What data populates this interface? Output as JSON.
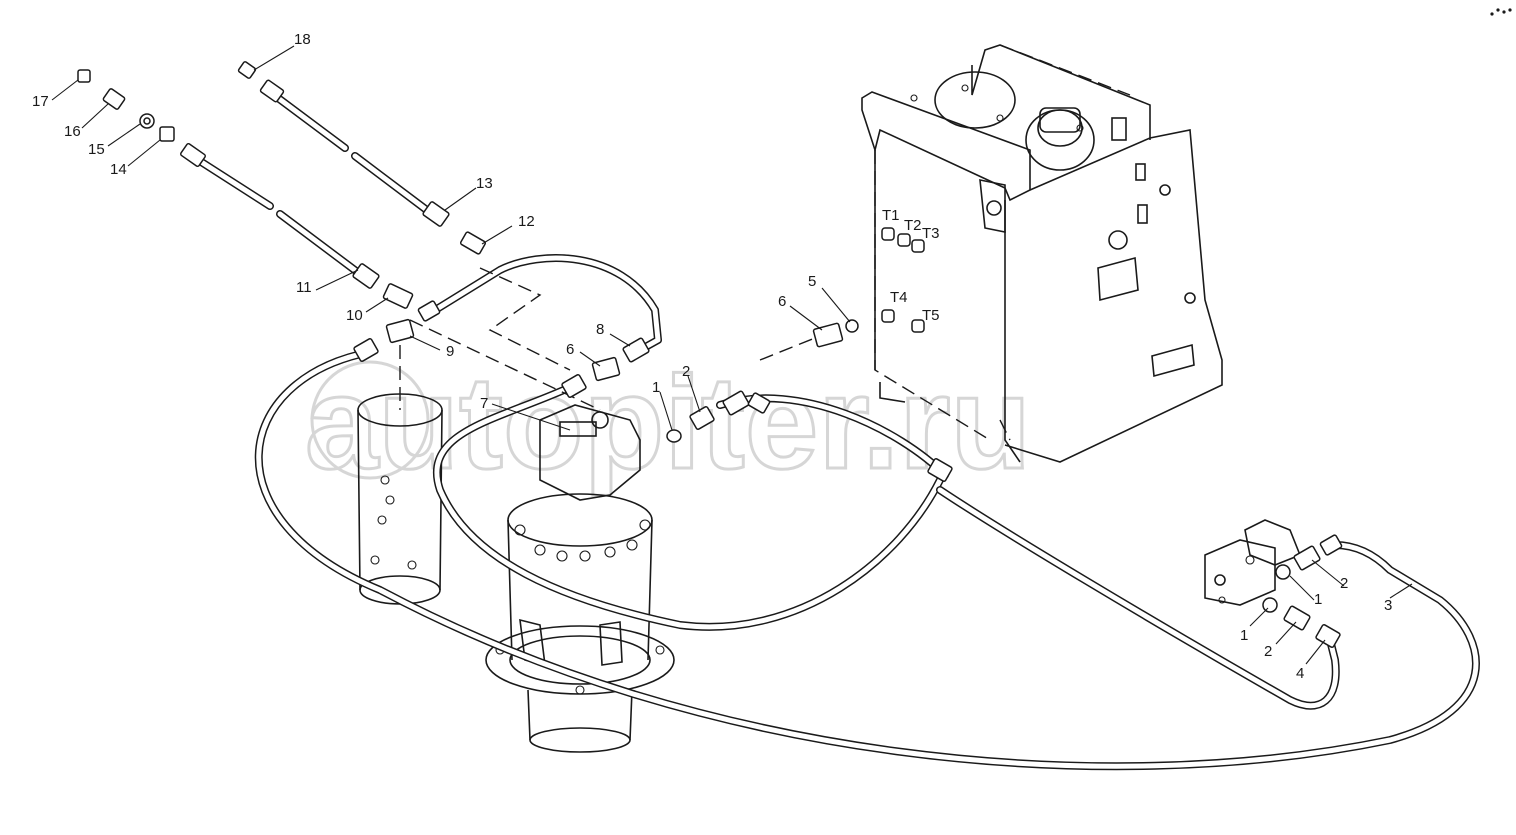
{
  "watermark": "autopiter.ru",
  "callouts": [
    {
      "id": "c18",
      "text": "18"
    },
    {
      "id": "c17",
      "text": "17"
    },
    {
      "id": "c16",
      "text": "16"
    },
    {
      "id": "c15",
      "text": "15"
    },
    {
      "id": "c14",
      "text": "14"
    },
    {
      "id": "c13",
      "text": "13"
    },
    {
      "id": "c12",
      "text": "12"
    },
    {
      "id": "c11",
      "text": "11"
    },
    {
      "id": "c10",
      "text": "10"
    },
    {
      "id": "c9",
      "text": "9"
    },
    {
      "id": "c8",
      "text": "8"
    },
    {
      "id": "c7",
      "text": "7"
    },
    {
      "id": "c6a",
      "text": "6"
    },
    {
      "id": "c6b",
      "text": "6"
    },
    {
      "id": "c5",
      "text": "5"
    },
    {
      "id": "c1a",
      "text": "1"
    },
    {
      "id": "c2a",
      "text": "2"
    },
    {
      "id": "cT1",
      "text": "T1"
    },
    {
      "id": "cT2",
      "text": "T2"
    },
    {
      "id": "cT3",
      "text": "T3"
    },
    {
      "id": "cT4",
      "text": "T4"
    },
    {
      "id": "cT5",
      "text": "T5"
    },
    {
      "id": "c2b",
      "text": "2"
    },
    {
      "id": "c1b",
      "text": "1"
    },
    {
      "id": "c3",
      "text": "3"
    },
    {
      "id": "c1c",
      "text": "1"
    },
    {
      "id": "c2c",
      "text": "2"
    },
    {
      "id": "c4",
      "text": "4"
    }
  ]
}
